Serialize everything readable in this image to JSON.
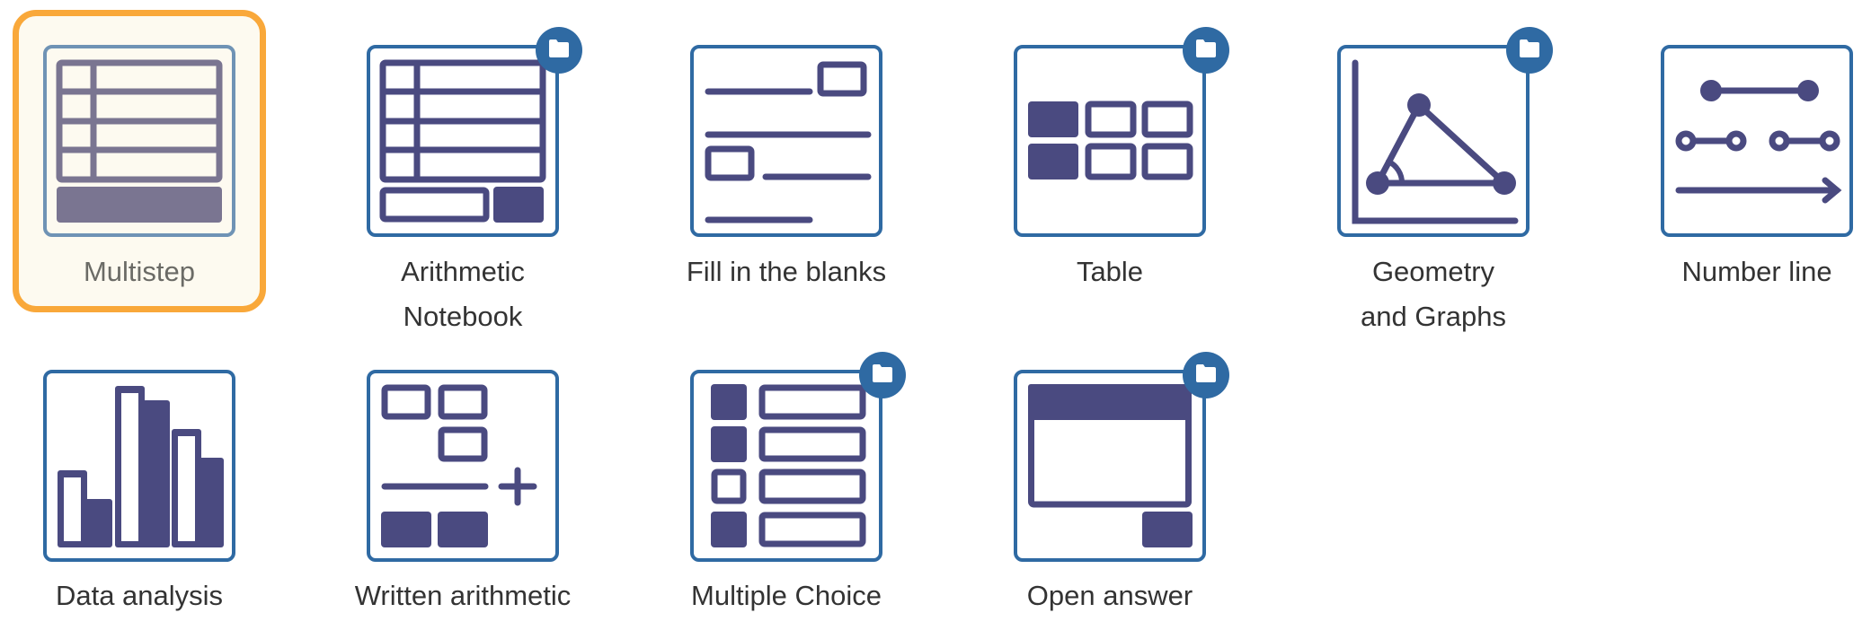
{
  "colors": {
    "box_border": "#2f6aa3",
    "icon_fill": "#4a4a80",
    "selected_border": "#f9a83a",
    "selected_bg": "#fdfaf0",
    "label_text": "#333333"
  },
  "selected_item": "Multistep",
  "items": [
    {
      "label": "Multistep",
      "icon": "multistep-icon",
      "has_folder": false,
      "selected": true
    },
    {
      "label": "Arithmetic Notebook",
      "icon": "arithmetic-notebook-icon",
      "has_folder": true,
      "selected": false
    },
    {
      "label": "Fill in the blanks",
      "icon": "fill-in-blanks-icon",
      "has_folder": false,
      "selected": false
    },
    {
      "label": "Table",
      "icon": "table-icon",
      "has_folder": true,
      "selected": false
    },
    {
      "label": "Geometry and Graphs",
      "icon": "geometry-graphs-icon",
      "has_folder": true,
      "selected": false
    },
    {
      "label": "Number line",
      "icon": "number-line-icon",
      "has_folder": false,
      "selected": false
    },
    {
      "label": "Data analysis",
      "icon": "bar-chart-icon",
      "has_folder": false,
      "selected": false
    },
    {
      "label": "Written arithmetic",
      "icon": "written-arithmetic-icon",
      "has_folder": false,
      "selected": false
    },
    {
      "label": "Multiple Choice",
      "icon": "multiple-choice-icon",
      "has_folder": true,
      "selected": false
    },
    {
      "label": "Open answer",
      "icon": "open-answer-icon",
      "has_folder": true,
      "selected": false
    }
  ]
}
